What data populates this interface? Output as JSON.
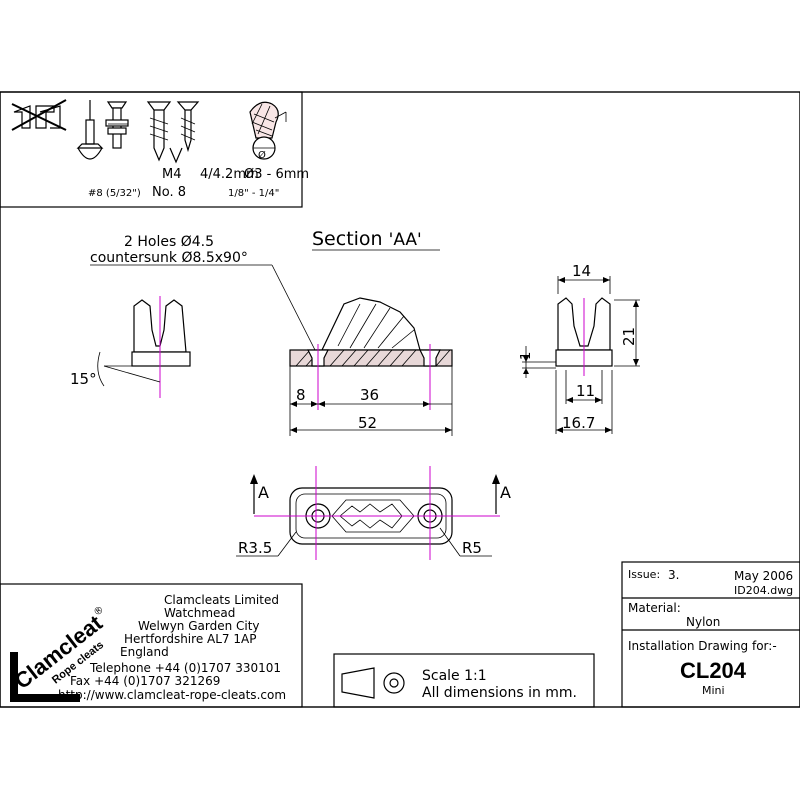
{
  "hardware": {
    "m4": "M4",
    "m4_imperial": "#8 (5/32\")",
    "screw": "4/4.2mm",
    "screw_imperial": "No. 8",
    "rope": "Ø3 - 6mm",
    "rope_imperial": "1/8\" - 1/4\"",
    "rope_symbol": "Ø"
  },
  "section": {
    "title": "Section ",
    "mark": "'AA'",
    "holes_line1": "2 Holes Ø4.5",
    "holes_line2": "countersunk Ø8.5x90°"
  },
  "dims": {
    "angle": "15°",
    "d8": "8",
    "d36": "36",
    "d52": "52",
    "d14": "14",
    "d21": "21",
    "d1": "1",
    "d11": "11",
    "d16_7": "16.7",
    "a_left": "A",
    "a_right": "A",
    "r_left": "R3.5",
    "r_right": "R5"
  },
  "company": {
    "brand": "Clamcleat",
    "reg": "®",
    "tagline": "Rope cleats",
    "name": "Clamcleats Limited",
    "addr1": "Watchmead",
    "addr2": "Welwyn Garden City",
    "addr3": "Hertfordshire AL7 1AP",
    "addr4": "England",
    "phone": "Telephone +44 (0)1707 330101",
    "fax": "Fax +44 (0)1707 321269",
    "web": "http://www.clamcleat-rope-cleats.com"
  },
  "scale": {
    "scale": "Scale 1:1",
    "units": "All dimensions in mm."
  },
  "titleblock": {
    "issue_label": "Issue:",
    "issue_value": "3.",
    "date": "May 2006",
    "file": "ID204.dwg",
    "material_label": "Material:",
    "material": "Nylon",
    "for_label": "Installation Drawing for:-",
    "product": "CL204",
    "variant": "Mini"
  },
  "colors": {
    "centerline": "#cc00cc",
    "line": "#000000"
  }
}
